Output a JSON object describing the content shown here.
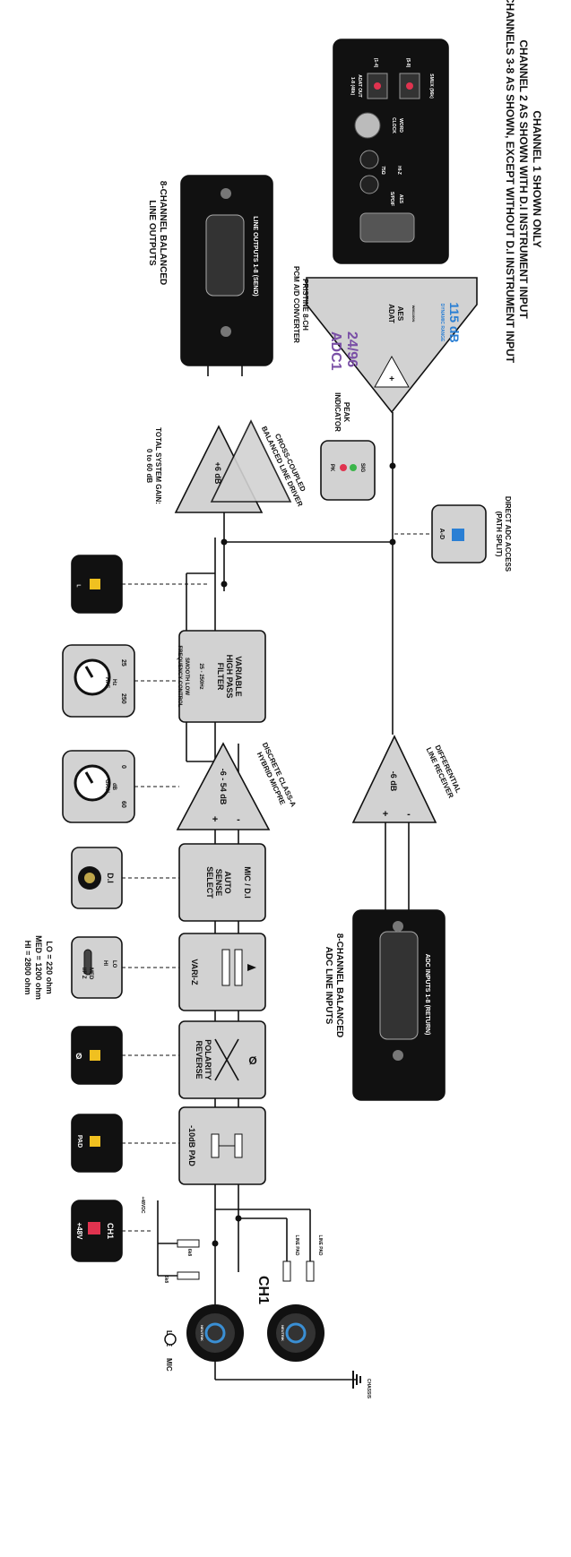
{
  "header": {
    "line1": "CHANNEL 1 SHOWN ONLY",
    "line2": "CHANNEL 2 AS SHOWN WITH D.I INSTRUMENT INPUT",
    "line3": "CHANNELS 3-8 AS SHOWN, EXCEPT WITHOUT D.I INSTRUMENT INPUT"
  },
  "inputs": {
    "line_label": "LINE",
    "mic_label": "MIC",
    "chassis_label": "CHASSIS",
    "ch_label": "CH1",
    "res1": "6k8",
    "res2": "6k8",
    "phantom_label": "+48VDC",
    "linepad_label1": "LINE PAD",
    "linepad_label2": "LINE PAD",
    "combo_text": "NEUTRIK"
  },
  "controls": {
    "phantom": {
      "top": "+48V",
      "bottom": "CH1",
      "color": "#e0334f"
    },
    "pad": {
      "label": "PAD",
      "color": "#f0c020"
    },
    "polarity": {
      "label": "Ø",
      "color": "#f0c020"
    },
    "variz": {
      "note_lo": "LO = 220 ohm",
      "note_med": "MED = 1200 ohm",
      "note_hi": "HI = 2800 ohm",
      "lo": "LO",
      "hi": "HI",
      "med": "MED",
      "iz": "I/P Z"
    },
    "di": {
      "label": "D.I"
    },
    "gain": {
      "min": "0",
      "max": "60",
      "unit": "dB",
      "name": "GAIN"
    },
    "hpf": {
      "min": "25",
      "max": "250",
      "unit": "Hz",
      "name": "HPF"
    },
    "hpf_switch": {
      "symbol": "⌐",
      "color": "#f0c020"
    },
    "adc_access": {
      "label": "A-D",
      "color": "#2a7fd4"
    }
  },
  "blocks": {
    "pad": "-10dB PAD",
    "polarity1": "POLARITY",
    "polarity2": "REVERSE",
    "polarity_sym": "Ø",
    "variz": "VARI-Z",
    "autosense1": "MIC / D.I",
    "autosense2": "AUTO",
    "autosense3": "SENSE",
    "autosense4": "SELECT",
    "preamp_gain": "-6 - 54 dB",
    "preamp_label1": "DISCRETE CLASS-A",
    "preamp_label2": "HYBRID MICPRE",
    "hpf1": "VARIABLE",
    "hpf2": "HIGH PASS",
    "hpf3": "FILTER",
    "hpf_range": "25 - 250Hz",
    "hpf_note1": "SMOOTH LOW",
    "hpf_note2": "FREQUENCY CONTROL",
    "linedriver_gain": "+6 dB",
    "linedriver_label1": "CROSS-COUPLED",
    "linedriver_label2": "BALANCED LINE DRIVER",
    "total_gain1": "TOTAL SYSTEM GAIN:",
    "total_gain2": "0 to 60 dB",
    "receiver_gain": "-6 dB",
    "receiver_label1": "DIFFERENTIAL",
    "receiver_label2": "LINE RECEIVER",
    "plus": "+",
    "minus": "-"
  },
  "outputs": {
    "title1": "8-CHANNEL BALANCED",
    "title2": "LINE OUTPUTS",
    "connector": "LINE OUTPUTS 1-8 (SEND)"
  },
  "adc_inputs": {
    "title1": "8-CHANNEL BALANCED",
    "title2": "ADC LINE INPUTS",
    "connector": "ADC INPUTS 1-8 (RETURN)"
  },
  "adc_access_caption": {
    "line1": "DIRECT ADC ACCESS",
    "line2": "(PATH SPLIT)"
  },
  "peak": {
    "title1": "PEAK",
    "title2": "INDICATOR",
    "pk": "PK",
    "sig": "SIG"
  },
  "converter": {
    "title1": "PRISTINE 8-CH",
    "title2": "PCM A/D CONVERTER",
    "model1": "24/96",
    "model2": "ADC1",
    "aes": "AES",
    "adat": "ADAT",
    "chip": "WM1100N",
    "dr": "115 dB",
    "dr_label": "DYNAMIC RANGE",
    "plus": "+"
  },
  "digital_panel": {
    "adat_out1": "ADAT OUT",
    "adat_out2": "1-8 (48k)",
    "smux": "SMUX (96k)",
    "ch14": "(1-4)",
    "ch58": "(5-8)",
    "word1": "WORD",
    "word2": "CLOCK",
    "hiz": "HI-Z",
    "ohm75": "75Ω",
    "aes": "AES",
    "spdif": "S/PDIF"
  }
}
